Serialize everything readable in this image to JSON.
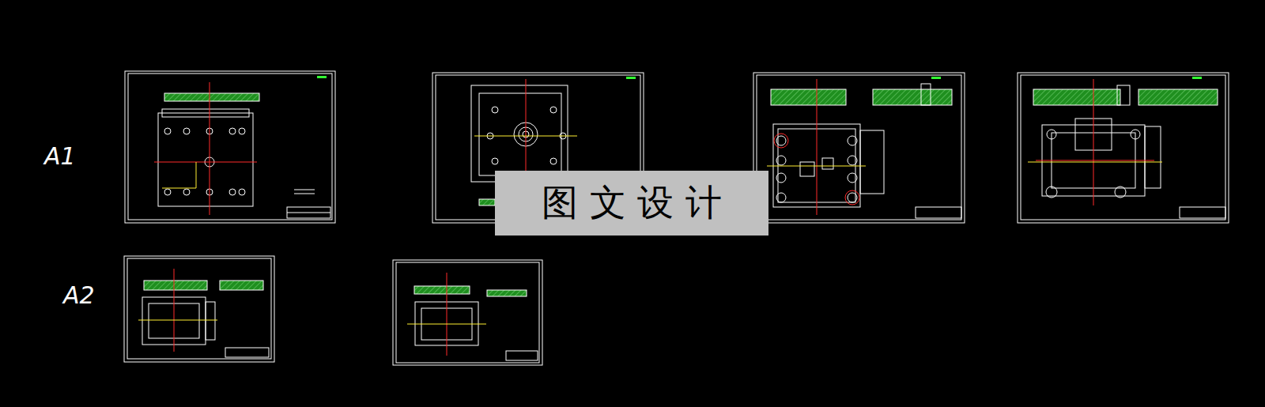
{
  "diagram": {
    "nodes": [
      {
        "text": [
          "图 文 设 计"
        ]
      }
    ],
    "labels": [
      "A1",
      "A2"
    ]
  }
}
